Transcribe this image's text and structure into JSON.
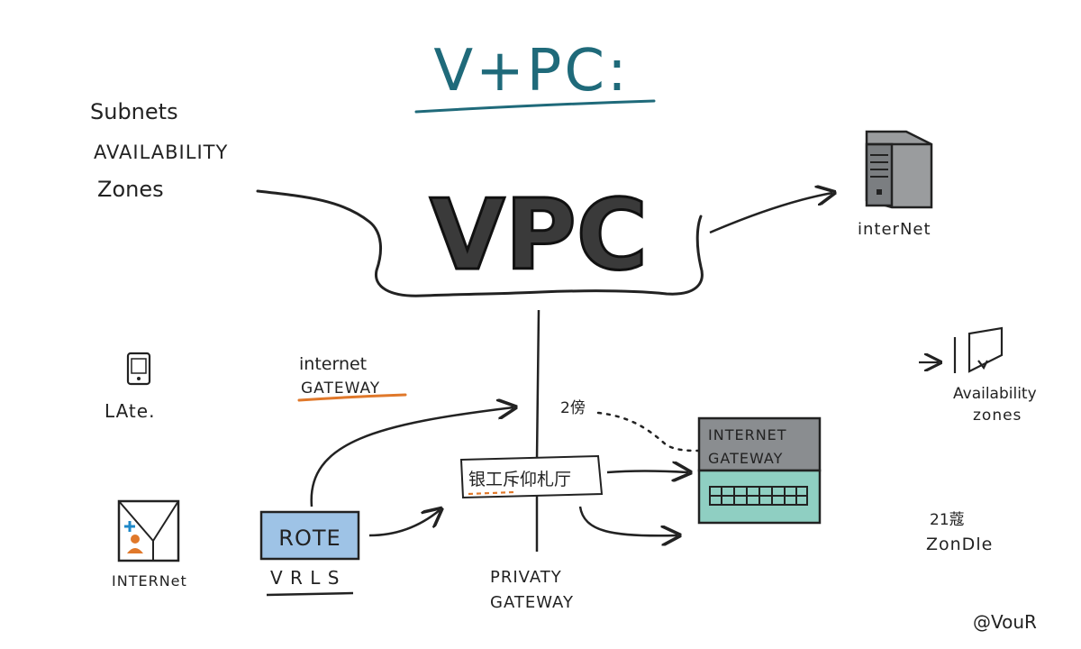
{
  "title": "V+PC:",
  "center_label": "VPC",
  "left_notes": [
    "Subnets",
    "AVAILABILITY",
    "Zones"
  ],
  "right_top_label": "interNet",
  "left_device_label": "LAte.",
  "internet_gateway_note": {
    "line1": "internet",
    "line2": "GATEWAY"
  },
  "route_box_label": "ROTE",
  "vrls_label": "V R L S",
  "router_label": "银工斥仰札厅",
  "small_note": "2傍",
  "gateway_box": {
    "line1": "INTERNET",
    "line2": "GATEWAY"
  },
  "private_gateway": {
    "line1": "PRIVATY",
    "line2": "GATEWAY"
  },
  "bottom_left_label": "INTERNet",
  "availability_right": {
    "line1": "Availability",
    "line2": "zones"
  },
  "zondle": {
    "line1": "21蔻",
    "line2": "ZonDle"
  },
  "signature": "@VouR",
  "colors": {
    "accent_teal": "#1f6a7a",
    "accent_orange": "#e0782a",
    "box_blue": "#9ec3e6",
    "box_teal": "#8fcfc2",
    "box_gray": "#8a8d90",
    "ink": "#2a2a2a"
  }
}
